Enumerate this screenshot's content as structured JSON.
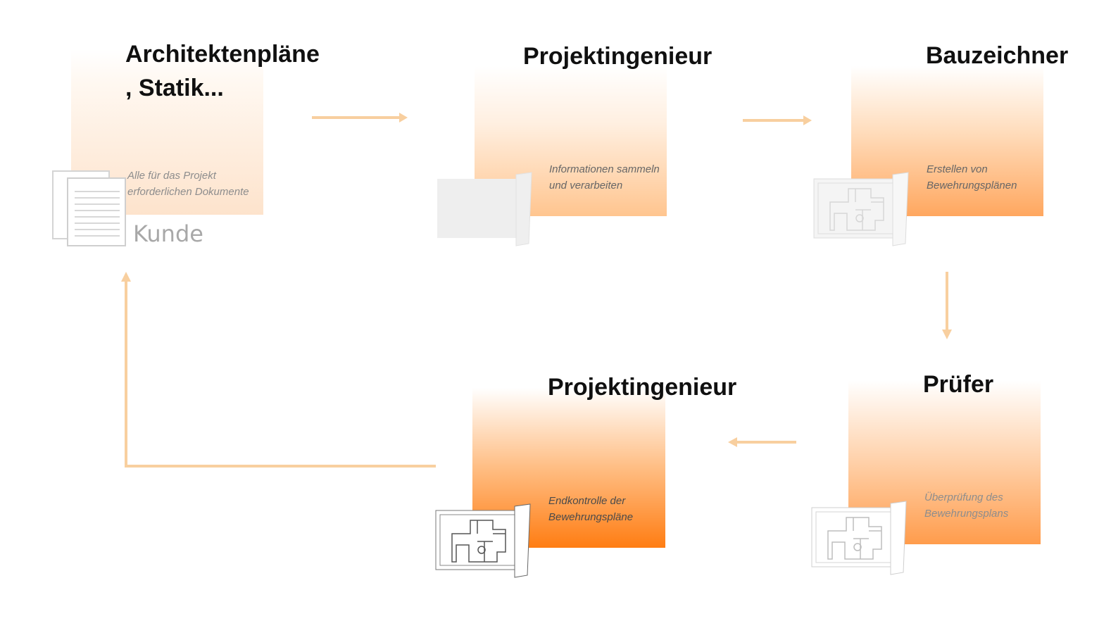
{
  "nodes": [
    {
      "title_line1": "Architektenpläne",
      "title_line2": ", Statik...",
      "desc_line1": "Alle für das Projekt",
      "desc_line2": "erforderlichen Dokumente",
      "label": "Kunde",
      "icon": "documents-icon"
    },
    {
      "title": "Projektingenieur",
      "desc_line1": "Informationen sammeln",
      "desc_line2": "und verarbeiten",
      "icon": "blank-plan-sheet-icon"
    },
    {
      "title": "Bauzeichner",
      "desc_line1": "Erstellen von",
      "desc_line2": "Bewehrungsplänen",
      "icon": "floor-plan-icon"
    },
    {
      "title": "Prüfer",
      "desc_line1": "Überprüfung des",
      "desc_line2": "Bewehrungsplans",
      "icon": "floor-plan-icon"
    },
    {
      "title": "Projektingenieur",
      "desc_line1": "Endkontrolle der",
      "desc_line2": "Bewehrungspläne",
      "icon": "floor-plan-icon"
    }
  ],
  "colors": {
    "arrow": "#f8cf9f",
    "accent": "#ff7d13",
    "title": "#101010"
  }
}
